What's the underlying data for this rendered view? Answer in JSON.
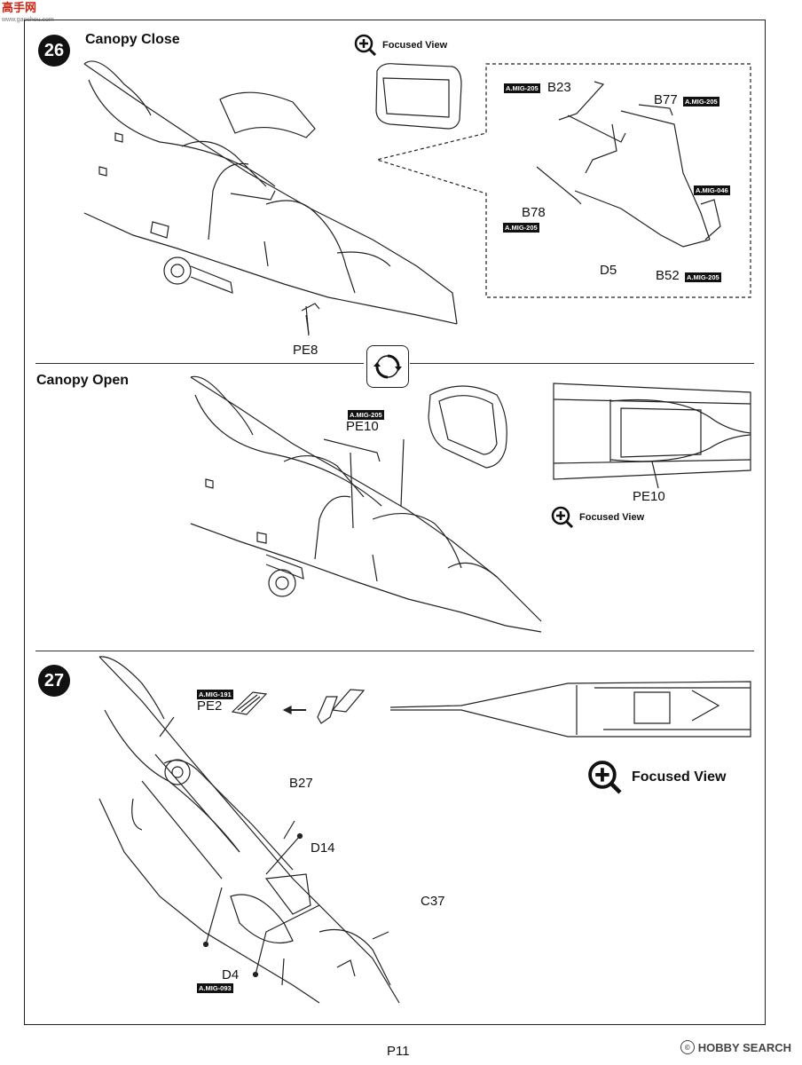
{
  "site_logo": {
    "name": "高手网",
    "sub": "www.gaoshou.com"
  },
  "watermark": "HOBBY SEARCH",
  "page_number": "P11",
  "step26": {
    "number": "26",
    "title_close": "Canopy Close",
    "title_open": "Canopy Open",
    "focused_view": "Focused View",
    "labels": {
      "b23": "B23",
      "b77": "B77",
      "b78": "B78",
      "d5": "D5",
      "b52": "B52",
      "pe8": "PE8",
      "pe10": "PE10",
      "pe10_detail": "PE10"
    },
    "mig_codes": {
      "b23": "A.MIG-205",
      "b77": "A.MIG-205",
      "b78": "A.MIG-205",
      "b52": "A.MIG-205",
      "a046": "A.MIG-046",
      "pe10": "A.MIG-205"
    }
  },
  "step27": {
    "number": "27",
    "focused_view": "Focused View",
    "labels": {
      "pe2": "PE2",
      "b27": "B27",
      "d14": "D14",
      "c37": "C37",
      "d4": "D4"
    },
    "mig_codes": {
      "pe2": "A.MIG-191",
      "d4": "A.MIG-093"
    }
  }
}
